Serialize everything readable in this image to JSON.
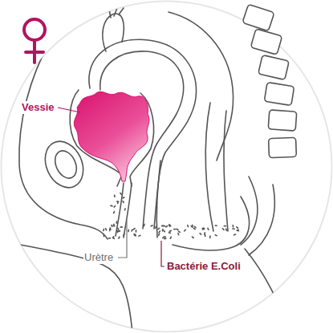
{
  "diagram": {
    "labels": [
      "Vessie",
      "Urètre",
      "Bactérie E.Coli"
    ]
  }
}
